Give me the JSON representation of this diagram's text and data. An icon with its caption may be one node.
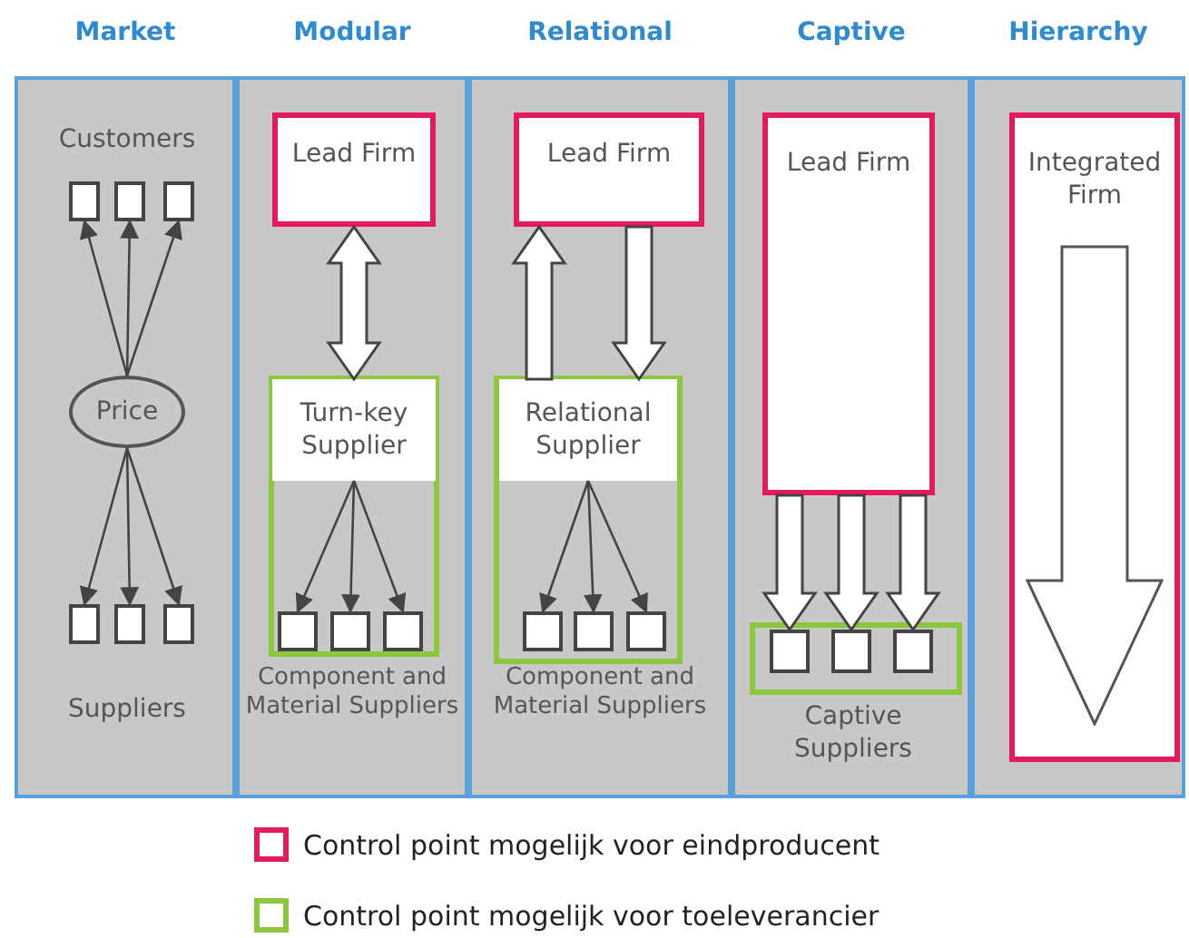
{
  "diagram": {
    "nodes": [
      {
        "text": [
          "Market"
        ]
      },
      {
        "text": [],
        "shape": "box",
        "in": 0
      },
      {
        "text": [],
        "shape": "box",
        "in": 0
      },
      {
        "text": [],
        "shape": "box",
        "in": 0
      },
      {
        "text": [
          "Price"
        ],
        "in": 0
      },
      {
        "text": [],
        "shape": "box",
        "in": 0
      },
      {
        "text": [],
        "shape": "box",
        "in": 0
      },
      {
        "text": [],
        "shape": "box",
        "in": 0
      },
      {
        "text": [
          "Modular"
        ]
      },
      {
        "text": [
          "Lead Firm"
        ],
        "in": 8
      },
      {
        "text": [],
        "shape": "box",
        "in": 8
      },
      {
        "text": [
          "Turn-key Supplier"
        ],
        "in": 10
      },
      {
        "text": [],
        "shape": "box",
        "in": 10
      },
      {
        "text": [],
        "shape": "box",
        "in": 10
      },
      {
        "text": [],
        "shape": "box",
        "in": 10
      },
      {
        "text": [
          "Relational"
        ]
      },
      {
        "text": [
          "Lead Firm"
        ],
        "in": 15
      },
      {
        "text": [],
        "shape": "box",
        "in": 15
      },
      {
        "text": [
          "Relational Supplier"
        ],
        "in": 17
      },
      {
        "text": [],
        "shape": "box",
        "in": 17
      },
      {
        "text": [],
        "shape": "box",
        "in": 17
      },
      {
        "text": [],
        "shape": "box",
        "in": 17
      },
      {
        "text": [
          "Captive"
        ]
      },
      {
        "text": [
          "Lead Firm"
        ],
        "in": 22
      },
      {
        "text": [],
        "shape": "box",
        "in": 22
      },
      {
        "text": [],
        "shape": "box",
        "in": 24
      },
      {
        "text": [],
        "shape": "box",
        "in": 24
      },
      {
        "text": [],
        "shape": "box",
        "in": 24
      },
      {
        "text": [
          "Hierarchy"
        ]
      },
      {
        "text": [
          "Integrated Firm"
        ],
        "in": 28
      }
    ],
    "edges": [
      {
        "from": 4,
        "to": 1,
        "arrow": "to"
      },
      {
        "from": 4,
        "to": 2,
        "arrow": "to"
      },
      {
        "from": 4,
        "to": 3,
        "arrow": "to"
      },
      {
        "from": 4,
        "to": 5,
        "arrow": "to"
      },
      {
        "from": 4,
        "to": 6,
        "arrow": "to"
      },
      {
        "from": 4,
        "to": 7,
        "arrow": "to"
      },
      {
        "from": 9,
        "to": 11,
        "arrow": "both",
        "style": "thick"
      },
      {
        "from": 11,
        "to": 12,
        "arrow": "to"
      },
      {
        "from": 11,
        "to": 13,
        "arrow": "to"
      },
      {
        "from": 11,
        "to": 14,
        "arrow": "to"
      },
      {
        "from": 18,
        "to": 16,
        "arrow": "to",
        "style": "thick"
      },
      {
        "from": 16,
        "to": 18,
        "arrow": "to",
        "style": "thick"
      },
      {
        "from": 18,
        "to": 19,
        "arrow": "to"
      },
      {
        "from": 18,
        "to": 20,
        "arrow": "to"
      },
      {
        "from": 18,
        "to": 21,
        "arrow": "to"
      },
      {
        "from": 23,
        "to": 25,
        "arrow": "to",
        "style": "thick"
      },
      {
        "from": 23,
        "to": 26,
        "arrow": "to",
        "style": "thick"
      },
      {
        "from": 23,
        "to": 27,
        "arrow": "to",
        "style": "thick"
      }
    ],
    "labels": [
      "Customers",
      "Suppliers",
      "Component and Material Suppliers",
      "Component and Material Suppliers",
      "Captive Suppliers"
    ],
    "legend": [
      {
        "text": "Control point mogelijk voor eindproducent",
        "color": "#e5195e"
      },
      {
        "text": "Control point mogelijk voor toeleverancier",
        "color": "#8dc63f"
      }
    ]
  }
}
